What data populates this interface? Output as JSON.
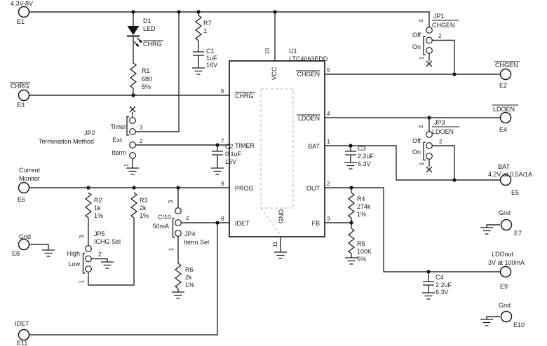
{
  "schematic": {
    "ic": {
      "ref": "U1",
      "part": "LTC4063EDD",
      "pins": {
        "vcc": {
          "num": "10",
          "name": "VCC"
        },
        "chgen": {
          "num": "5",
          "name": "CHGEN"
        },
        "chrg": {
          "num": "6",
          "name": "CHRG"
        },
        "ldoen": {
          "num": "4",
          "name": "LDOEN"
        },
        "timer": {
          "num": "7",
          "name": "TIMER"
        },
        "bat": {
          "num": "1",
          "name": "BAT"
        },
        "prog": {
          "num": "9",
          "name": "PROG"
        },
        "out": {
          "num": "2",
          "name": "OUT"
        },
        "idet": {
          "num": "8",
          "name": "IDET"
        },
        "fb": {
          "num": "3",
          "name": "FB"
        },
        "gnd": {
          "num": "11",
          "name": "GND"
        }
      }
    },
    "components": {
      "d1": {
        "ref": "D1",
        "type": "LED",
        "signal": "CHRG"
      },
      "r1": {
        "ref": "R1",
        "value": "680",
        "tol": "5%"
      },
      "r2": {
        "ref": "R2",
        "value": "1k",
        "tol": "1%"
      },
      "r3": {
        "ref": "R3",
        "value": "2k",
        "tol": "1%"
      },
      "r4": {
        "ref": "R4",
        "value": "274k",
        "tol": "1%"
      },
      "r5": {
        "ref": "R5",
        "value": "100K",
        "tol": "5%"
      },
      "r6": {
        "ref": "R6",
        "value": "2k",
        "tol": "1%"
      },
      "r7": {
        "ref": "R7",
        "value": "1"
      },
      "c1": {
        "ref": "C1",
        "value": "1uF",
        "volt": "16V"
      },
      "c2": {
        "ref": "C2",
        "value": "0.1uF",
        "volt": "16V"
      },
      "c3": {
        "ref": "C3",
        "value": "2.2uF",
        "volt": "6.3V"
      },
      "c4": {
        "ref": "C4",
        "value": "2.2uF",
        "volt": "6.3V"
      }
    },
    "jumpers": {
      "jp1": {
        "ref": "JP1",
        "name": "CHGEN",
        "opt1": "Off",
        "opt2": "On",
        "pin1": "1",
        "pin2": "2",
        "pin3": "3"
      },
      "jp2": {
        "ref": "JP2",
        "name": "Termination Method",
        "opt1": "Timer",
        "opt2": "Ext.",
        "opt3": "Iterm",
        "pin1": "1",
        "pin2": "2",
        "pin3": "3"
      },
      "jp3": {
        "ref": "JP3",
        "name": "LDOEN",
        "opt1": "Off",
        "opt2": "On",
        "pin1": "1",
        "pin2": "2",
        "pin3": "3"
      },
      "jp4": {
        "ref": "JP4",
        "name": "Iterm Sel",
        "opt1": "C/10",
        "opt2": "50mA",
        "pin1": "1",
        "pin2": "2",
        "pin3": "3"
      },
      "jp5": {
        "ref": "JP5",
        "name": "ICHG Sel",
        "opt1": "High",
        "opt2": "Low",
        "pin1": "1",
        "pin2": "2",
        "pin3": "3"
      }
    },
    "terminals": {
      "e1": {
        "ref": "E1",
        "label": "4.3V-8V"
      },
      "e2": {
        "ref": "E2",
        "label": "CHGEN"
      },
      "e3": {
        "ref": "E3",
        "label": "CHRG"
      },
      "e4": {
        "ref": "E4",
        "label": "LDOEN"
      },
      "e5": {
        "ref": "E5",
        "label": "BAT",
        "detail": "4.2V at 0.5A/1A"
      },
      "e6": {
        "ref": "E6",
        "label": "Current",
        "label2": "Monitor"
      },
      "e7": {
        "ref": "E7",
        "label": "Gnd"
      },
      "e8": {
        "ref": "E8",
        "label": "Gnd"
      },
      "e9": {
        "ref": "E9",
        "label": "LDOout",
        "detail": "3V at 100mA"
      },
      "e10": {
        "ref": "E10",
        "label": "Gnd"
      },
      "e11": {
        "ref": "E11",
        "label": "IDET"
      }
    }
  }
}
